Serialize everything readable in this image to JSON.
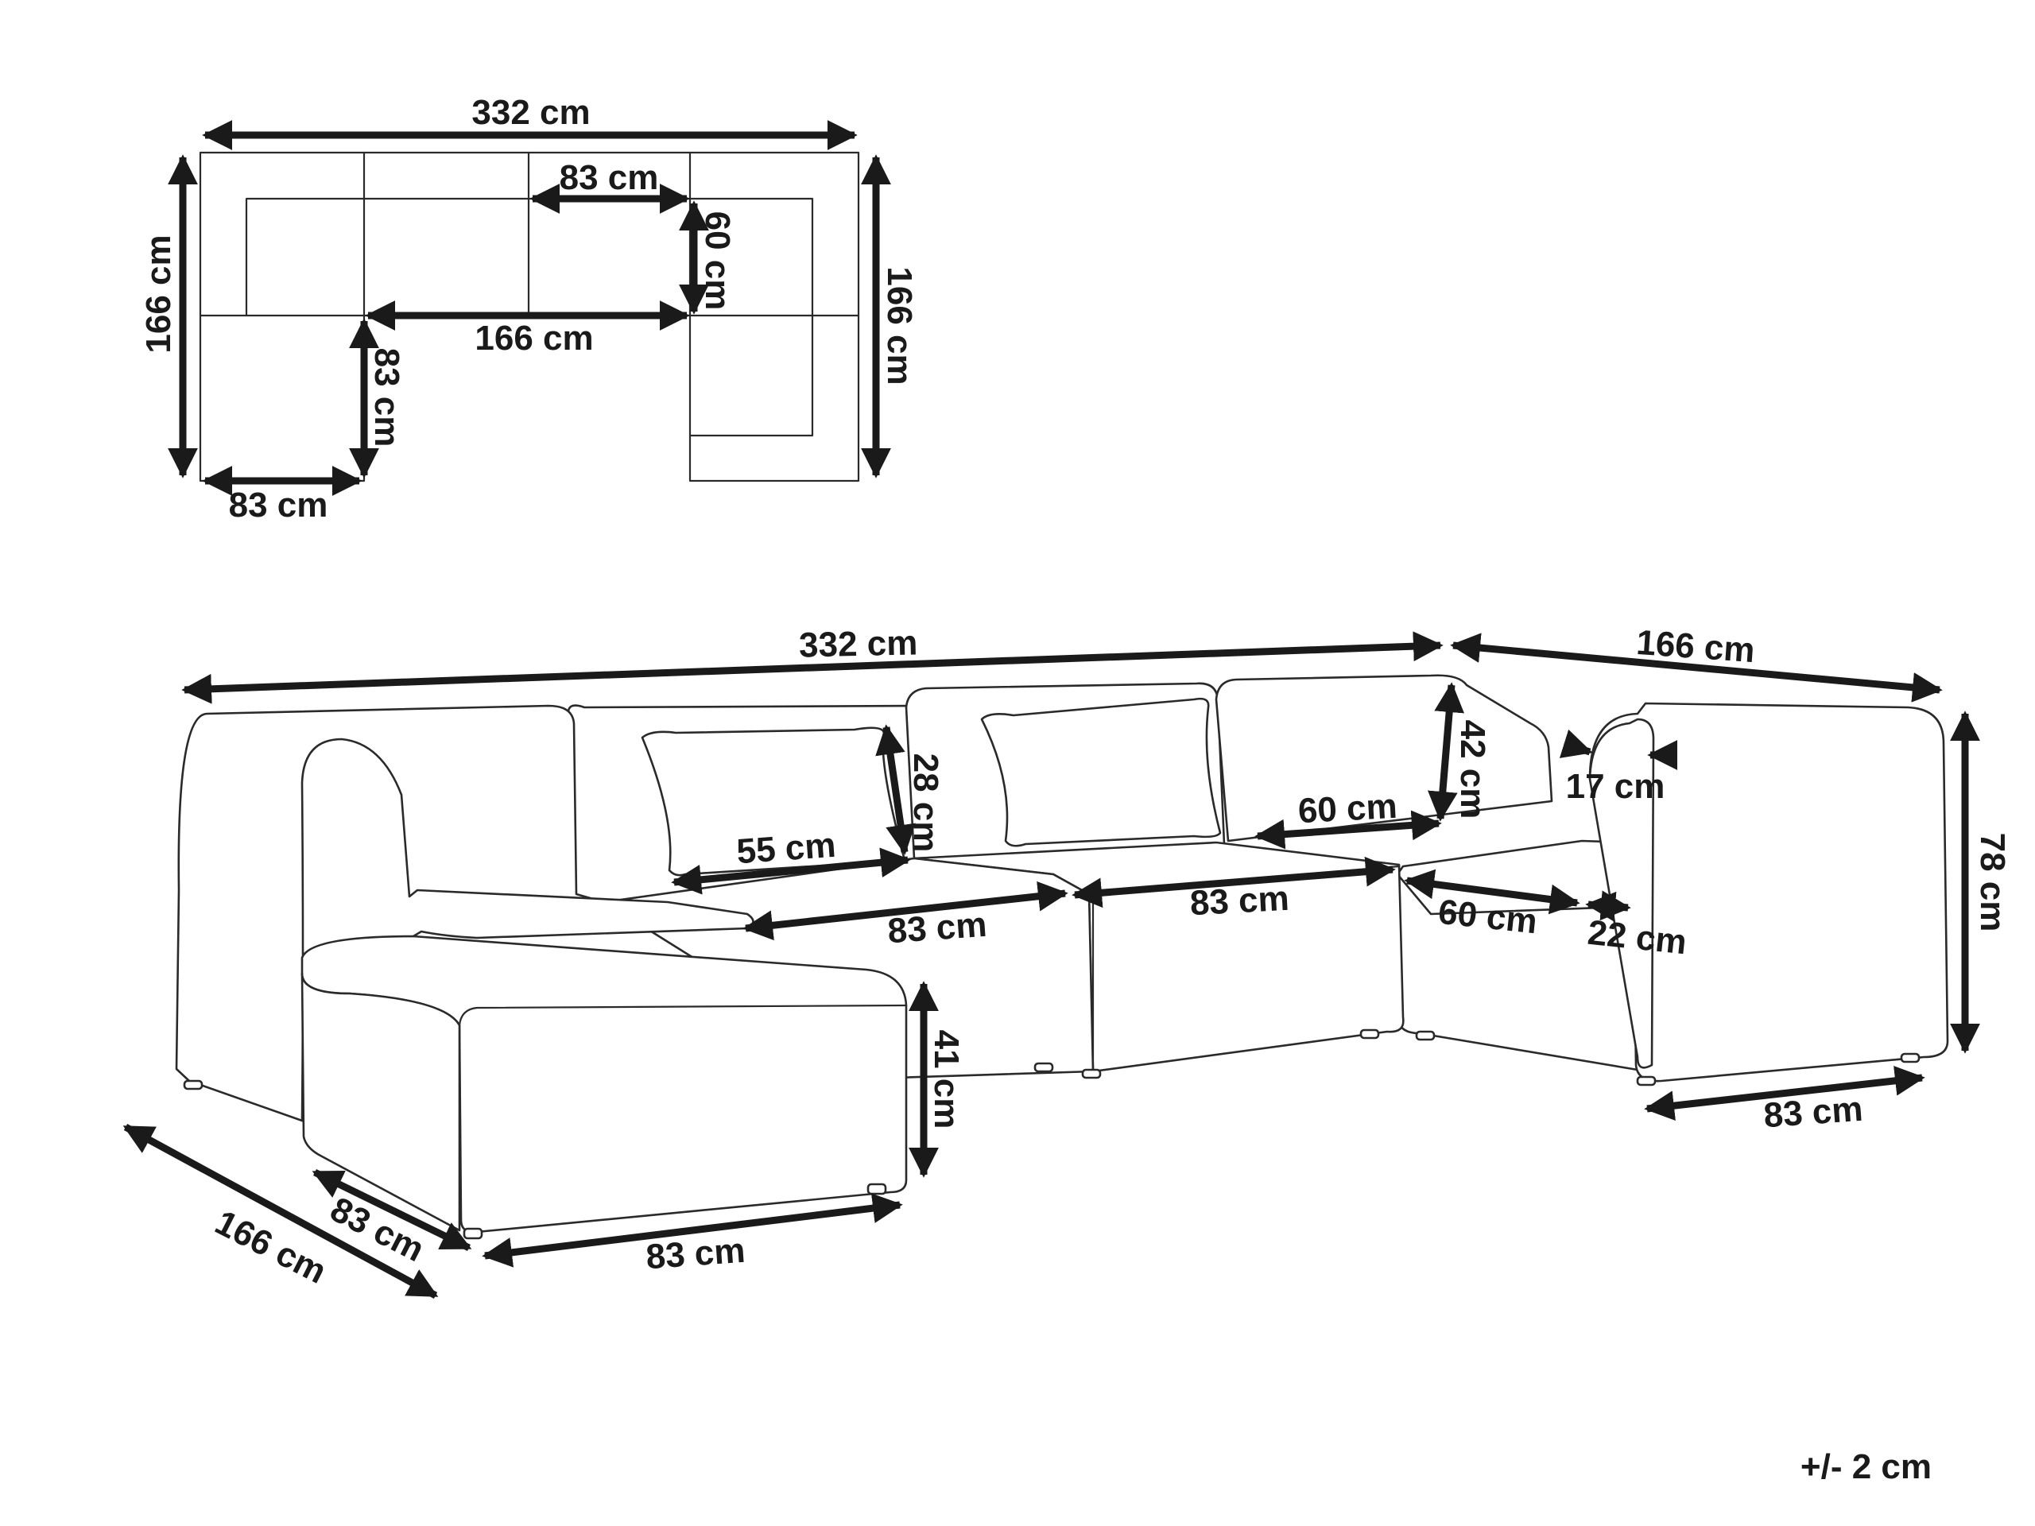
{
  "plan_view": {
    "overall_width": "332 cm",
    "left_depth": "166 cm",
    "right_depth": "166 cm",
    "inner_module_width": "83 cm",
    "seat_depth": "60 cm",
    "inner_opening": "166 cm",
    "chaise_inner_depth": "83 cm",
    "chaise_width": "83 cm"
  },
  "perspective_view": {
    "overall_width": "332 cm",
    "right_depth": "166 cm",
    "cushion_height": "28 cm",
    "cushion_width": "55 cm",
    "back_height": "42 cm",
    "arm_width": "17 cm",
    "seat_depth_back": "60 cm",
    "seat_depth_front": "60 cm",
    "total_height": "78 cm",
    "arm_depth": "22 cm",
    "module_width_1": "83 cm",
    "module_width_2": "83 cm",
    "seat_height": "41 cm",
    "right_module_width": "83 cm",
    "chaise_front_width": "83 cm",
    "chaise_side": "83 cm",
    "left_depth": "166 cm"
  },
  "tolerance": "+/- 2 cm"
}
